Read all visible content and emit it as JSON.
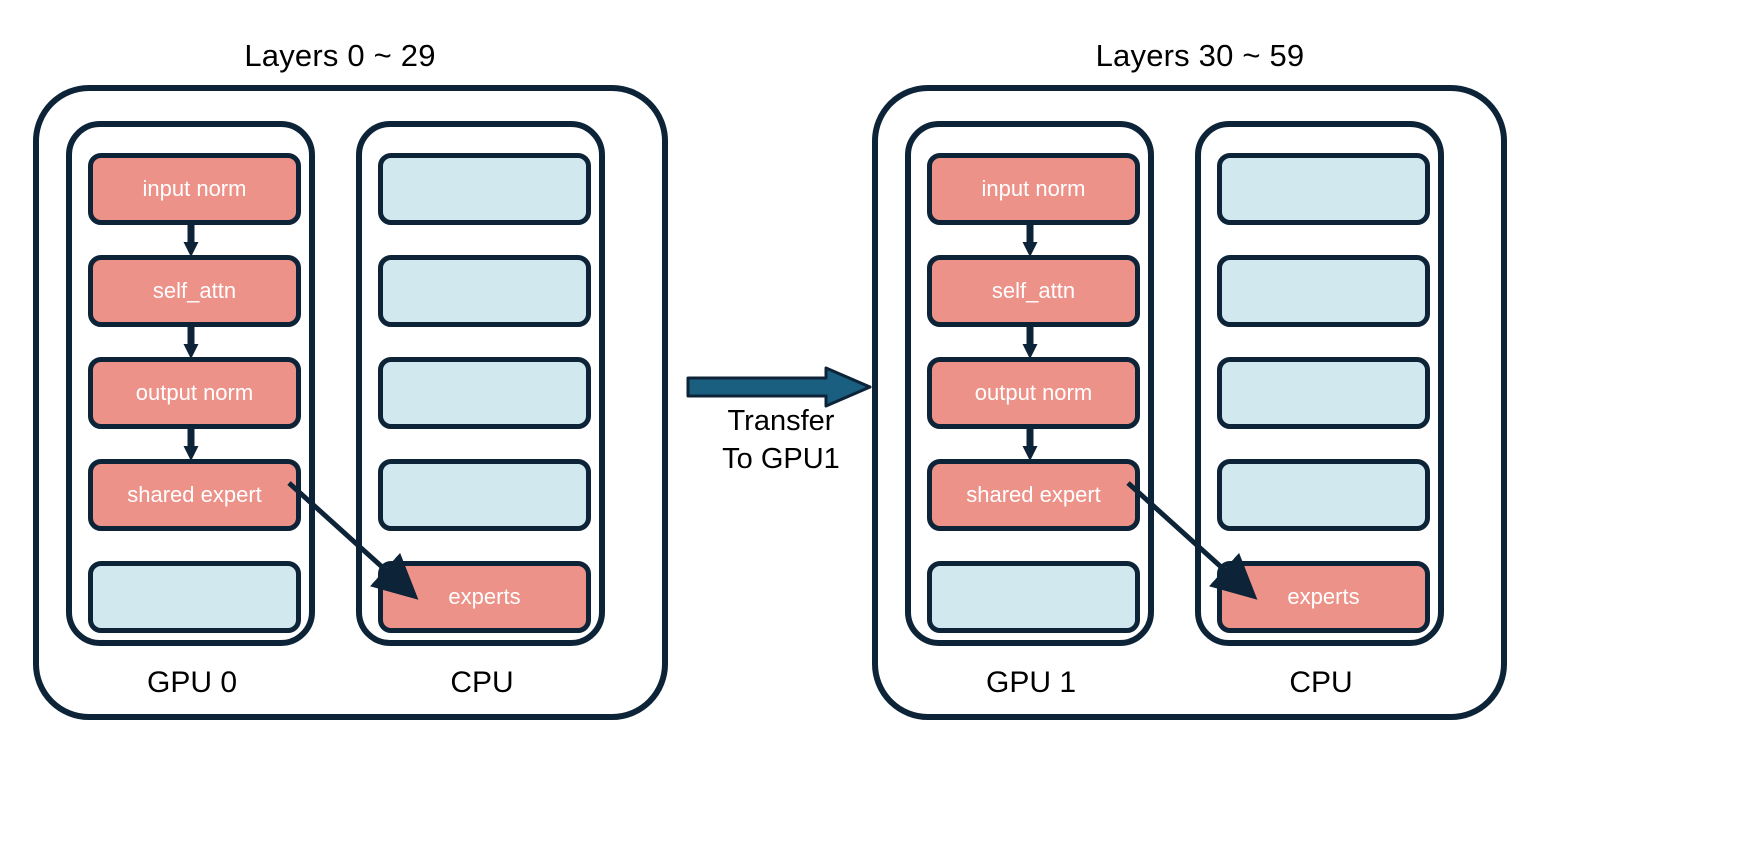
{
  "diagram": {
    "title_left": "Layers 0 ~ 29",
    "title_right": "Layers 30 ~ 59",
    "colors": {
      "salmon": "#ED9289",
      "light_blue": "#D1E8EF",
      "outline": "#0D2438",
      "transfer_arrow": "#1A5F7F",
      "background": "#FFFFFF"
    },
    "transfer": {
      "line1": "Transfer",
      "line2": "To GPU1"
    },
    "panels": [
      {
        "id": "left",
        "title": "Layers 0 ~ 29",
        "gpu": {
          "label": "GPU 0",
          "blocks": [
            {
              "text": "input norm",
              "color": "salmon"
            },
            {
              "text": "self_attn",
              "color": "salmon"
            },
            {
              "text": "output norm",
              "color": "salmon"
            },
            {
              "text": "shared expert",
              "color": "salmon"
            },
            {
              "text": "",
              "color": "light_blue"
            }
          ]
        },
        "cpu": {
          "label": "CPU",
          "blocks": [
            {
              "text": "",
              "color": "light_blue"
            },
            {
              "text": "",
              "color": "light_blue"
            },
            {
              "text": "",
              "color": "light_blue"
            },
            {
              "text": "",
              "color": "light_blue"
            },
            {
              "text": "experts",
              "color": "salmon"
            }
          ]
        }
      },
      {
        "id": "right",
        "title": "Layers 30 ~ 59",
        "gpu": {
          "label": "GPU 1",
          "blocks": [
            {
              "text": "input norm",
              "color": "salmon"
            },
            {
              "text": "self_attn",
              "color": "salmon"
            },
            {
              "text": "output norm",
              "color": "salmon"
            },
            {
              "text": "shared expert",
              "color": "salmon"
            },
            {
              "text": "",
              "color": "light_blue"
            }
          ]
        },
        "cpu": {
          "label": "CPU",
          "blocks": [
            {
              "text": "",
              "color": "light_blue"
            },
            {
              "text": "",
              "color": "light_blue"
            },
            {
              "text": "",
              "color": "light_blue"
            },
            {
              "text": "",
              "color": "light_blue"
            },
            {
              "text": "experts",
              "color": "salmon"
            }
          ]
        }
      }
    ]
  }
}
